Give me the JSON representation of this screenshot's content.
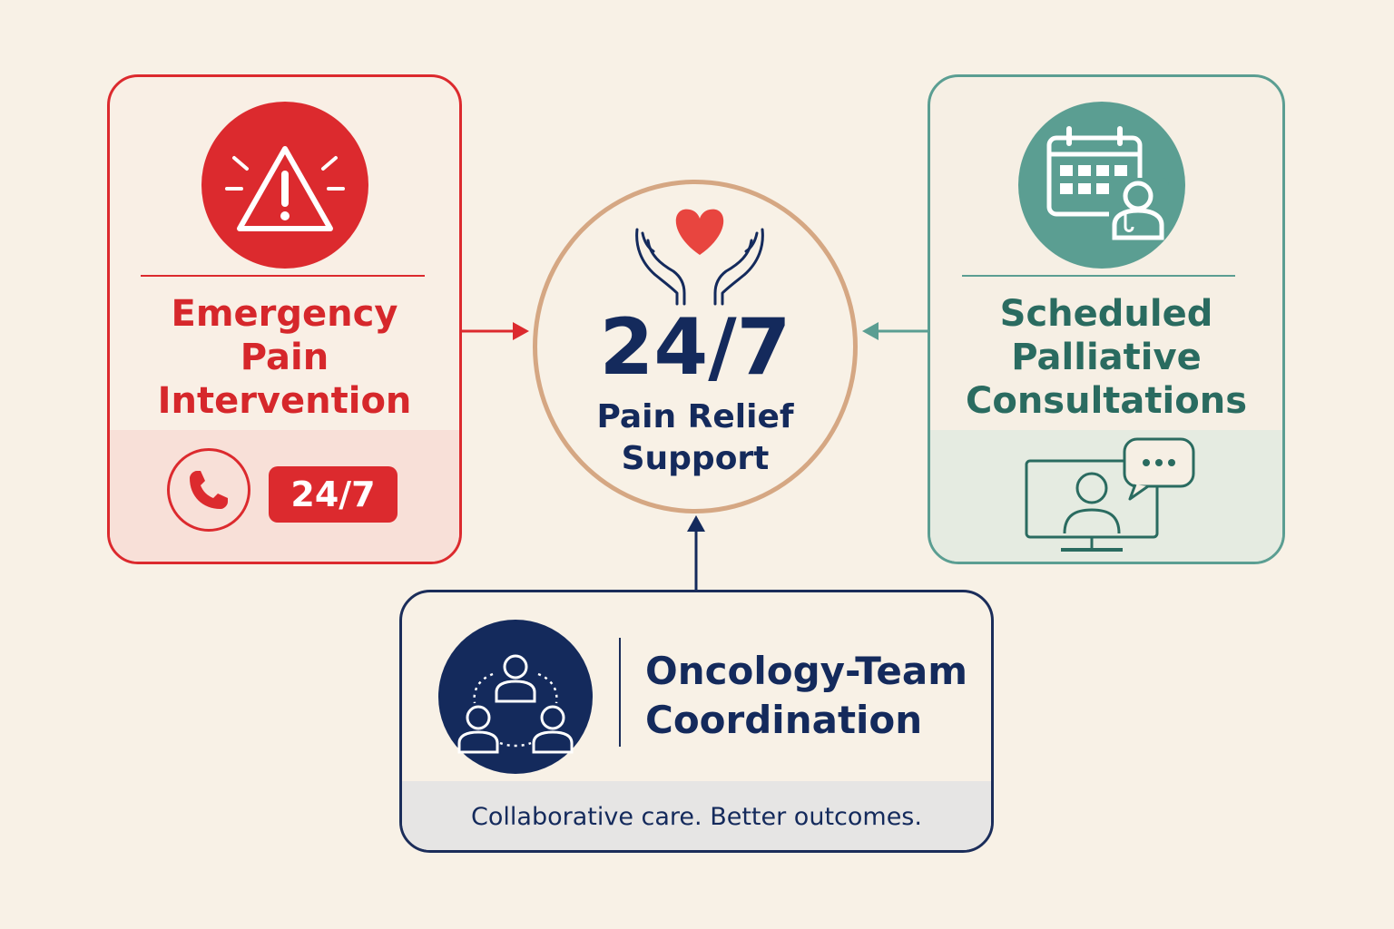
{
  "colors": {
    "background": "#f8f1e6",
    "emergency": "#dc2a2e",
    "scheduled": "#5b9e92",
    "oncology": "#142a5c",
    "hub_ring": "#d5a783",
    "heart": "#e8453f"
  },
  "hub": {
    "icon": "heart-in-hands-icon",
    "headline": "24/7",
    "subtitle_line1": "Pain Relief",
    "subtitle_line2": "Support"
  },
  "emergency": {
    "icon": "warning-triangle-icon",
    "title_line1": "Emergency",
    "title_line2": "Pain",
    "title_line3": "Intervention",
    "footer_icon": "phone-icon",
    "badge": "24/7"
  },
  "scheduled": {
    "icon": "calendar-doctor-icon",
    "title_line1": "Scheduled",
    "title_line2": "Palliative",
    "title_line3": "Consultations",
    "footer_icon": "video-consultation-icon"
  },
  "oncology": {
    "icon": "team-network-icon",
    "title_line1": "Oncology-Team",
    "title_line2": "Coordination",
    "tagline": "Collaborative care. Better outcomes."
  },
  "connections": [
    {
      "from": "emergency",
      "to": "hub"
    },
    {
      "from": "scheduled",
      "to": "hub"
    },
    {
      "from": "oncology",
      "to": "hub"
    }
  ]
}
